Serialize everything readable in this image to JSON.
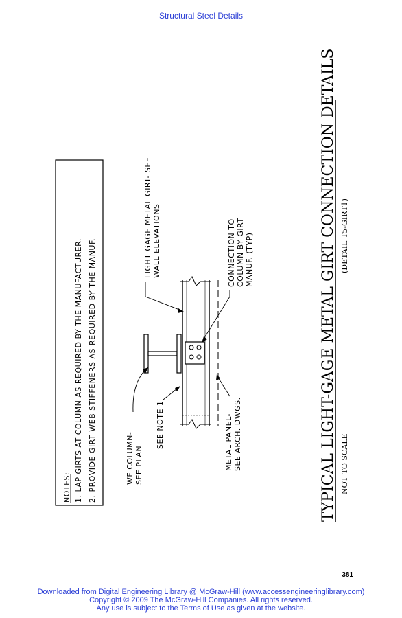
{
  "header": {
    "text": "Structural Steel Details"
  },
  "notes": {
    "heading": "NOTES:",
    "items": [
      "1.  LAP GIRTS AT COLUMN AS REQUIRED BY THE MANUFACTURER.",
      "2.  PROVIDE GIRT WEB STIFFENERS AS REQUIRED BY THE MANUF."
    ]
  },
  "labels": {
    "wf_column_1": "WF COLUMN-",
    "wf_column_2": "SEE PLAN",
    "see_note": "SEE NOTE 1",
    "metal_panel_1": "METAL PANEL-",
    "metal_panel_2": "SEE ARCH. DWGS.",
    "girt_1": "LIGHT GAGE METAL GIRT- SEE",
    "girt_2": "WALL ELEVATIONS",
    "connection_1": "CONNECTION TO",
    "connection_2": "COLUMN BY GIRT",
    "connection_3": "MANUF. (TYP)"
  },
  "title": {
    "main": "TYPICAL LIGHT-GAGE METAL GIRT CONNECTION DETAILS",
    "detail": "(DETAIL T5-GIRT1)",
    "scale": "NOT TO SCALE"
  },
  "page_number": "381",
  "footer": {
    "line1": "Downloaded from Digital Engineering Library @ McGraw-Hill (www.accessengineeringlibrary.com)",
    "line2": "Copyright © 2009 The McGraw-Hill Companies. All rights reserved.",
    "line3": "Any use is subject to the Terms of Use as given at the website."
  }
}
